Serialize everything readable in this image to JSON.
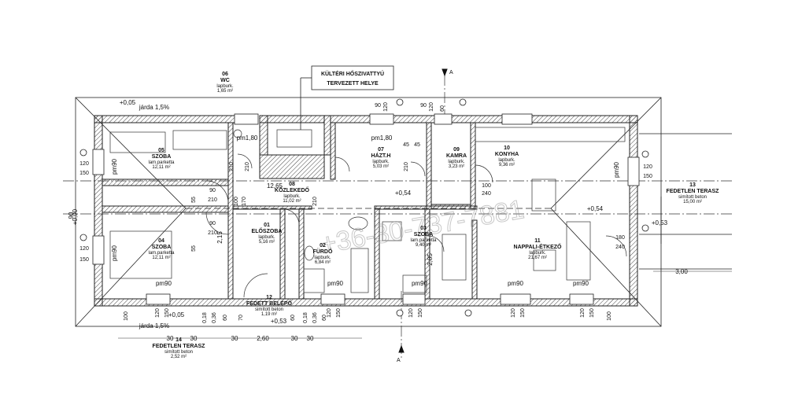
{
  "rooms": [
    {
      "key": "r06",
      "number": "06",
      "name": "WC",
      "floor": "lapburk.",
      "area": "1,65 m²"
    },
    {
      "key": "r05",
      "number": "05",
      "name": "SZOBA",
      "floor": "lam.parketta",
      "area": "12,11 m²"
    },
    {
      "key": "r08",
      "number": "08",
      "name": "KÖZLEKEDŐ",
      "floor": "lapburk.",
      "area": "11,02 m²"
    },
    {
      "key": "r07",
      "number": "07",
      "name": "HÁZT.H",
      "floor": "lapburk.",
      "area": "5,03 m²"
    },
    {
      "key": "r09",
      "number": "09",
      "name": "KAMRA",
      "floor": "lapburk.",
      "area": "3,23 m²"
    },
    {
      "key": "r10",
      "number": "10",
      "name": "KONYHA",
      "floor": "lapburk.",
      "area": "9,36 m²"
    },
    {
      "key": "r13",
      "number": "13",
      "name": "FEDETLEN TERASZ",
      "floor": "simított beton",
      "area": "15,00 m²"
    },
    {
      "key": "r04",
      "number": "04",
      "name": "SZOBA",
      "floor": "lam.parketta",
      "area": "12,11 m²"
    },
    {
      "key": "r01",
      "number": "01",
      "name": "ELŐSZOBA",
      "floor": "lapburk.",
      "area": "5,16 m²"
    },
    {
      "key": "r02",
      "number": "02",
      "name": "FÜRDŐ",
      "floor": "lapburk.",
      "area": "6,84 m²"
    },
    {
      "key": "r03",
      "number": "03",
      "name": "SZOBA",
      "floor": "lam.parketta",
      "area": "9,40 m²"
    },
    {
      "key": "r11",
      "number": "11",
      "name": "NAPPALI-ÉTKEZŐ",
      "floor": "lapburk.",
      "area": "21,67 m²"
    },
    {
      "key": "r12",
      "number": "12",
      "name": "FEDETT BELÉPŐ",
      "floor": "simított beton",
      "area": "1,19 m²"
    },
    {
      "key": "r14",
      "number": "14",
      "name": "FEDETLEN TERASZ",
      "floor": "simított beton",
      "area": "2,52 m²"
    }
  ],
  "callout": {
    "line1": "KÜLTÉRI HŐSZIVATTYÚ",
    "line2": "TERVEZETT HELYE"
  },
  "watermark": "+36-30-737-7881",
  "texts": [
    {
      "key": "jarda1",
      "text": "járda 1,5%"
    },
    {
      "key": "jarda2",
      "text": "járda 1,5%"
    },
    {
      "key": "lv1",
      "text": "+0,05"
    },
    {
      "key": "lv2",
      "text": "+0,05"
    },
    {
      "key": "lv3",
      "text": "+0,53"
    },
    {
      "key": "lv4",
      "text": "+0,53"
    },
    {
      "key": "lv5",
      "text": "+0,54"
    },
    {
      "key": "lv6",
      "text": "+0,54"
    },
    {
      "key": "lv7",
      "text": "+0,90"
    },
    {
      "key": "pm1",
      "text": "pm90"
    },
    {
      "key": "pm2",
      "text": "pm90"
    },
    {
      "key": "pm3",
      "text": "pm90"
    },
    {
      "key": "pm4",
      "text": "pm90"
    },
    {
      "key": "pm5",
      "text": "pm90"
    },
    {
      "key": "pm6",
      "text": "pm90"
    },
    {
      "key": "pm7",
      "text": "pm90"
    },
    {
      "key": "pm8",
      "text": "pm90"
    },
    {
      "key": "pm180a",
      "text": "pm1,80"
    },
    {
      "key": "pm180b",
      "text": "pm1,80"
    },
    {
      "key": "d1265",
      "text": "12,65"
    },
    {
      "key": "d300",
      "text": "3,00"
    },
    {
      "key": "d260",
      "text": "2,60"
    },
    {
      "key": "d30a",
      "text": "30"
    },
    {
      "key": "d30b",
      "text": "30"
    },
    {
      "key": "d30c",
      "text": "30"
    },
    {
      "key": "d30d",
      "text": "30"
    },
    {
      "key": "d30e",
      "text": "30"
    },
    {
      "key": "d285",
      "text": "2,85"
    },
    {
      "key": "d215",
      "text": "2,15"
    },
    {
      "key": "dl90",
      "text": "90"
    },
    {
      "key": "s120a",
      "text": "120"
    },
    {
      "key": "s150a",
      "text": "150"
    },
    {
      "key": "s120b",
      "text": "120"
    },
    {
      "key": "s150b",
      "text": "150"
    },
    {
      "key": "s120c",
      "text": "120"
    },
    {
      "key": "s150c",
      "text": "150"
    },
    {
      "key": "s90a",
      "text": "90"
    },
    {
      "key": "s210a",
      "text": "210"
    },
    {
      "key": "s90b",
      "text": "90"
    },
    {
      "key": "s210b",
      "text": "210"
    },
    {
      "key": "s55a",
      "text": "55"
    },
    {
      "key": "s55b",
      "text": "55"
    },
    {
      "key": "s100a",
      "text": "100"
    },
    {
      "key": "s170a",
      "text": "170"
    },
    {
      "key": "s210c",
      "text": "210"
    },
    {
      "key": "s210d",
      "text": "210"
    },
    {
      "key": "s210e",
      "text": "210"
    },
    {
      "key": "s90c",
      "text": "90"
    },
    {
      "key": "s120d",
      "text": "120"
    },
    {
      "key": "s90d",
      "text": "90"
    },
    {
      "key": "s120e",
      "text": "120"
    },
    {
      "key": "s45a",
      "text": "45"
    },
    {
      "key": "s210f",
      "text": "210"
    },
    {
      "key": "s45b",
      "text": "45"
    },
    {
      "key": "s60a",
      "text": "60"
    },
    {
      "key": "s240a",
      "text": "240"
    },
    {
      "key": "s100b",
      "text": "100"
    },
    {
      "key": "s180a",
      "text": "180"
    },
    {
      "key": "s240b",
      "text": "240"
    },
    {
      "key": "s120f",
      "text": "120"
    },
    {
      "key": "s150f",
      "text": "150"
    },
    {
      "key": "s120g",
      "text": "120"
    },
    {
      "key": "s150g",
      "text": "150"
    },
    {
      "key": "s120h",
      "text": "120"
    },
    {
      "key": "s150h",
      "text": "150"
    },
    {
      "key": "s120i",
      "text": "120"
    },
    {
      "key": "s150i",
      "text": "150"
    },
    {
      "key": "s120j",
      "text": "120"
    },
    {
      "key": "s150j",
      "text": "150"
    },
    {
      "key": "s100c",
      "text": "100"
    },
    {
      "key": "s100d",
      "text": "100"
    },
    {
      "key": "s018a",
      "text": "0,18"
    },
    {
      "key": "s036a",
      "text": "0,36"
    },
    {
      "key": "s018b",
      "text": "0,18"
    },
    {
      "key": "s036b",
      "text": "0,36"
    },
    {
      "key": "s60b",
      "text": "60"
    },
    {
      "key": "s70a",
      "text": "70"
    },
    {
      "key": "s60c",
      "text": "60"
    },
    {
      "key": "s60d",
      "text": "60"
    }
  ],
  "section_marks": [
    {
      "key": "secAtop",
      "text": "A"
    },
    {
      "key": "secAbot",
      "text": "A"
    }
  ]
}
